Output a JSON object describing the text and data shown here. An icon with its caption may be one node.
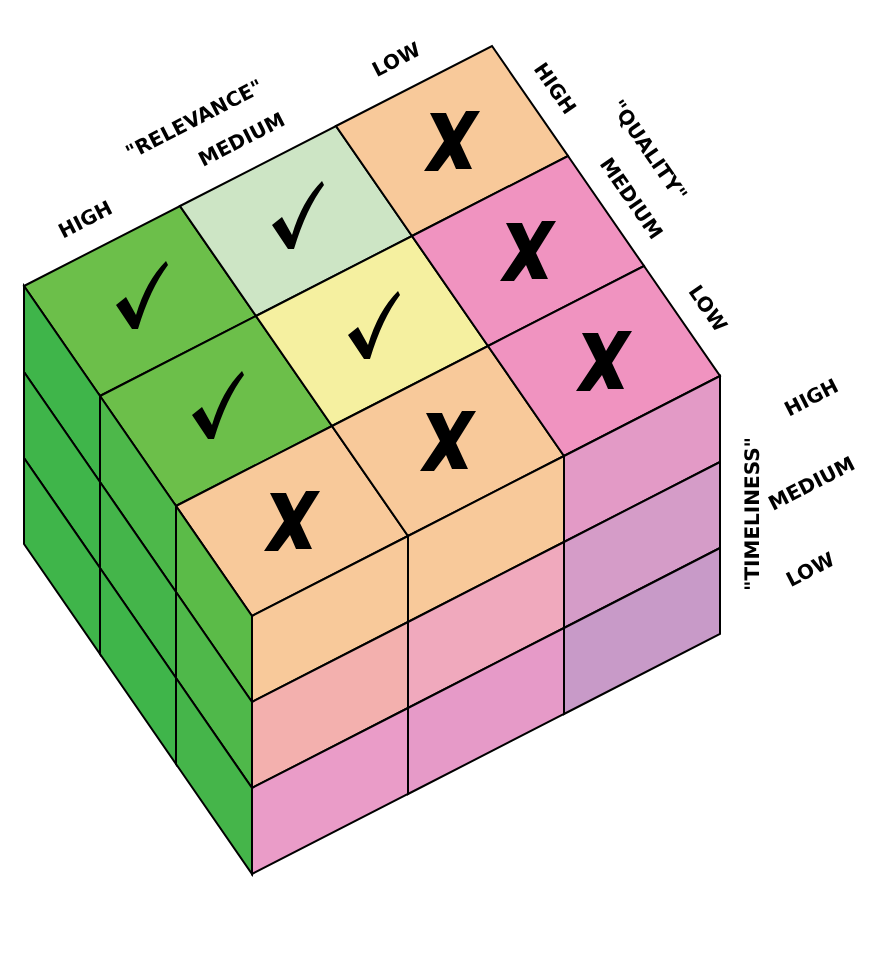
{
  "diagram": {
    "labels": [
      "\"RELEVANCE\"",
      "HIGH",
      "MEDIUM",
      "LOW",
      "\"QUALITY\"",
      "HIGH",
      "MEDIUM",
      "LOW",
      "\"TIMELINESS\"",
      "HIGH",
      "MEDIUM",
      "LOW"
    ]
  }
}
